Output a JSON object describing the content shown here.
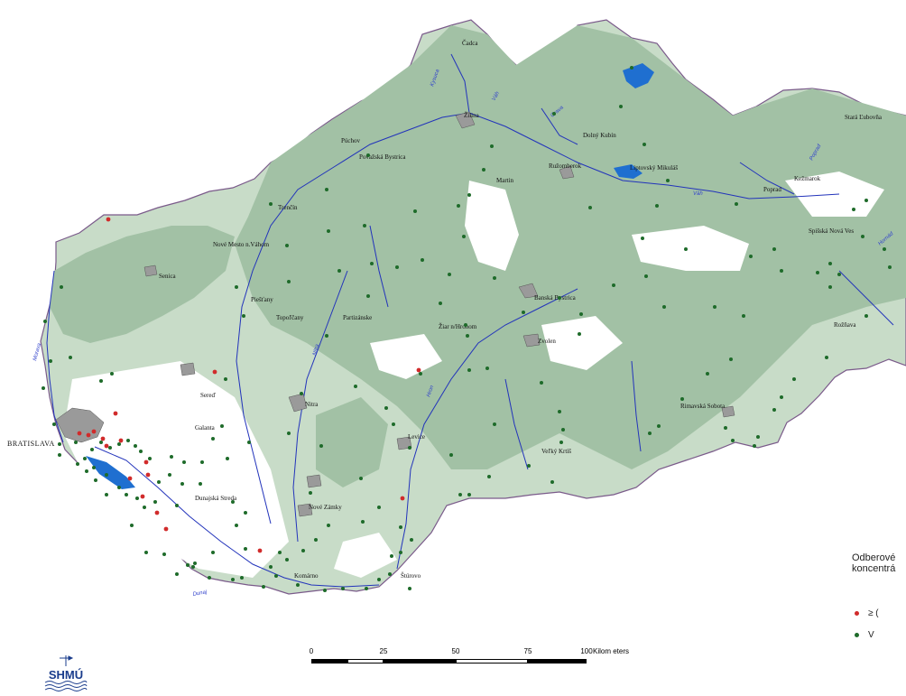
{
  "map": {
    "capital": "BRATISLAVA",
    "cities": [
      {
        "name": "Čadca"
      },
      {
        "name": "Žilina"
      },
      {
        "name": "Púchov"
      },
      {
        "name": "Považská Bystrica"
      },
      {
        "name": "Dolný Kubín"
      },
      {
        "name": "Ružomberok"
      },
      {
        "name": "Liptovský Mikuláš"
      },
      {
        "name": "Martin"
      },
      {
        "name": "Stará Ľubovňa"
      },
      {
        "name": "Poprad"
      },
      {
        "name": "Kežmarok"
      },
      {
        "name": "Spišská Nová Ves"
      },
      {
        "name": "Trenčín"
      },
      {
        "name": "Nové Mesto n.Váhom"
      },
      {
        "name": "Senica"
      },
      {
        "name": "Piešťany"
      },
      {
        "name": "Topoľčany"
      },
      {
        "name": "Partizánske"
      },
      {
        "name": "Banská Bystrica"
      },
      {
        "name": "Žiar n/Hronom"
      },
      {
        "name": "Zvolen"
      },
      {
        "name": "Rožňava"
      },
      {
        "name": "Sereď"
      },
      {
        "name": "Galanta"
      },
      {
        "name": "Nitra"
      },
      {
        "name": "Levice"
      },
      {
        "name": "Rimavská Sobota"
      },
      {
        "name": "Veľký Krtíš"
      },
      {
        "name": "Dunajská Streda"
      },
      {
        "name": "Nové Zámky"
      },
      {
        "name": "Komárno"
      },
      {
        "name": "Štúrovo"
      }
    ],
    "rivers": [
      {
        "name": "Váh"
      },
      {
        "name": "Váh"
      },
      {
        "name": "Orava"
      },
      {
        "name": "Kysuca"
      },
      {
        "name": "Morava"
      },
      {
        "name": "Nitra"
      },
      {
        "name": "Hron"
      },
      {
        "name": "Poprad"
      },
      {
        "name": "Hornád"
      },
      {
        "name": "Dunaj"
      }
    ],
    "colors": {
      "land": "#c8dcc8",
      "forest": "#a2c1a5",
      "border": "#7a5a8a",
      "river": "#2233bb",
      "lake": "#1f6fd0",
      "urban": "#9a9a9a",
      "high": "#d12b2b",
      "ok": "#1e6b2a"
    }
  },
  "legend": {
    "title_line1": "Odberové",
    "title_line2": "koncentrá",
    "items": [
      {
        "label": "≥ (",
        "color": "#d12b2b"
      },
      {
        "label": "V",
        "color": "#1e6b2a"
      }
    ]
  },
  "scale": {
    "ticks": [
      "0",
      "25",
      "50",
      "75",
      "100"
    ],
    "unit": "Kilom eters"
  },
  "logo": {
    "text": "SHMÚ"
  }
}
